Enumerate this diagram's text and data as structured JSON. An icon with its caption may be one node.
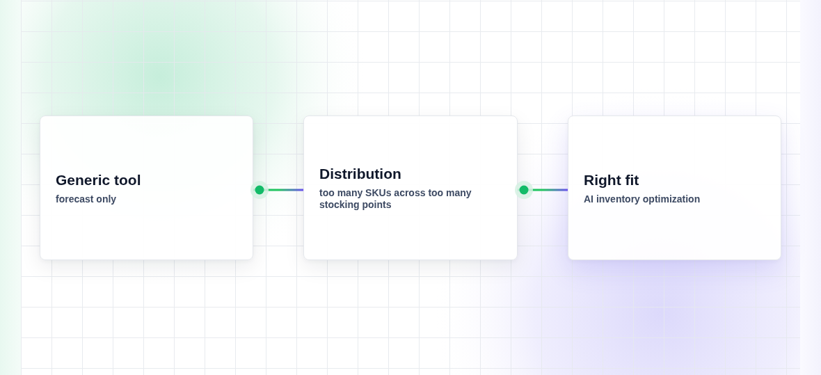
{
  "diagram": {
    "nodes": [
      {
        "text": [
          "Generic tool",
          "forecast only"
        ]
      },
      {
        "text": [
          "Distribution",
          "too many SKUs across too many stocking points"
        ]
      },
      {
        "text": [
          "Right fit",
          "AI inventory optimization"
        ]
      }
    ],
    "edges": [
      {
        "from": 0,
        "to": 1,
        "arrow": "other"
      },
      {
        "from": 1,
        "to": 2,
        "arrow": "other"
      }
    ]
  }
}
